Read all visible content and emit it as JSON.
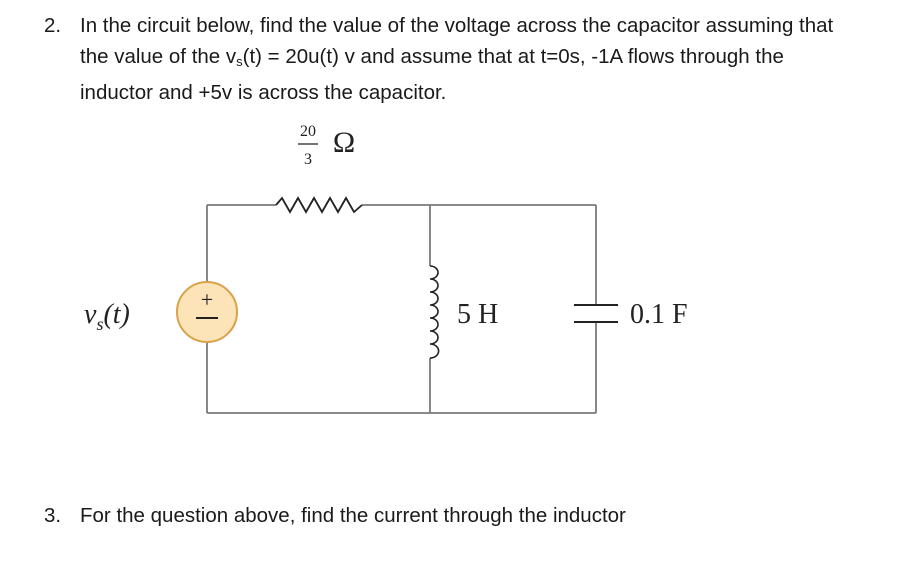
{
  "question2": {
    "number": "2.",
    "line1": "In the circuit below, find the value of the voltage across the capacitor assuming that",
    "line2_before": "the value of the v",
    "line2_sub": "s",
    "line2_after": "(t) = 20u(t) v and assume that at t=0s, -1A flows through the",
    "line3": "inductor and +5v is across the capacitor."
  },
  "circuit": {
    "resistor": {
      "numerator": "20",
      "denominator": "3",
      "unit": "Ω"
    },
    "source": {
      "label_main": "v",
      "label_sub": "s",
      "label_arg": "(t)",
      "plus": "+",
      "minus": "−"
    },
    "inductor": {
      "label": "5 H"
    },
    "capacitor": {
      "label": "0.1 F"
    },
    "colors": {
      "wire": "#7a7a7a",
      "source_fill": "#fde3b8",
      "source_stroke": "#d9a24a",
      "component": "#222222"
    }
  },
  "question3": {
    "number": "3.",
    "text": "For the question above, find the current through the inductor"
  }
}
